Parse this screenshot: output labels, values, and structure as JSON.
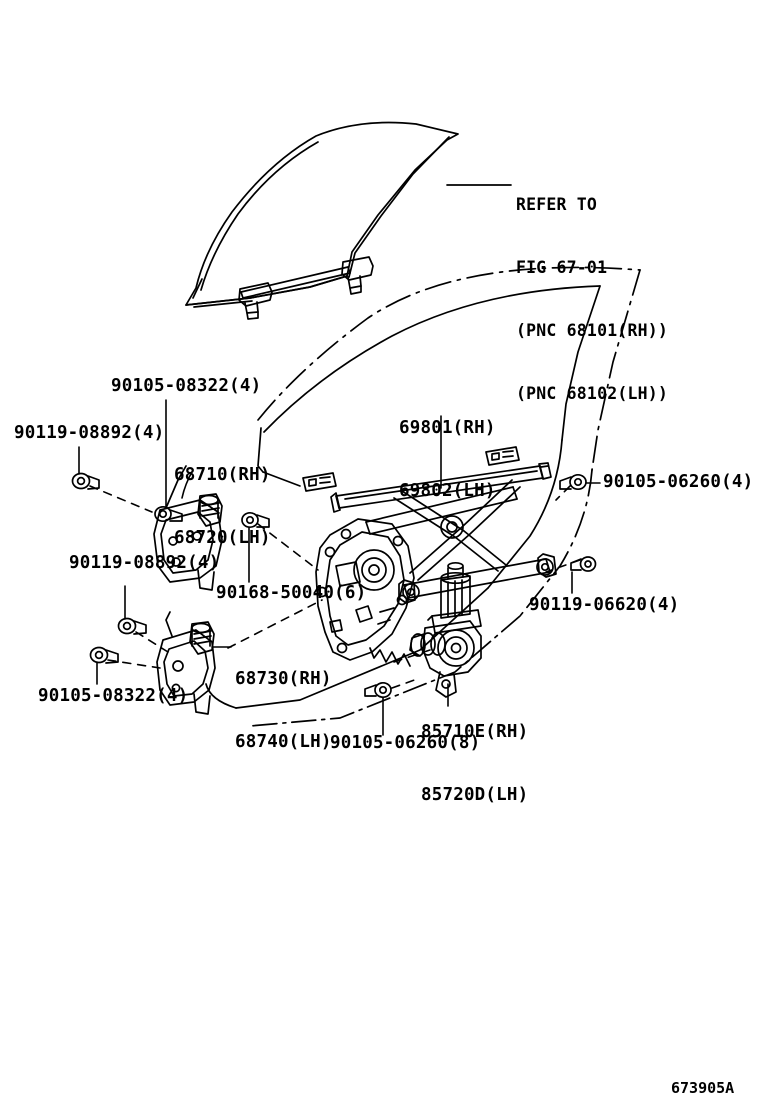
{
  "document": {
    "type": "parts-catalog-illustration",
    "figure_code": "673905A",
    "subject": "Front door window glass and regulator assembly"
  },
  "annotations": {
    "refer_to": {
      "line1": "REFER TO",
      "line2": "FIG 67-01",
      "line3": "(PNC 68101(RH))",
      "line4": "(PNC 68102(LH))"
    },
    "upper_hinge_bolt": "90105-08322(4)",
    "upper_hinge_nut": "90119-08892(4)",
    "upper_hinge": {
      "rh": "68710(RH)",
      "lh": "68720(LH)"
    },
    "regulator": {
      "rh": "69801(RH)",
      "lh": "69802(LH)"
    },
    "regulator_bolt_right": "90105-06260(4)",
    "glass_channel_bolt": "90168-50040(6)",
    "lower_hinge_nut": "90119-08892(4)",
    "lower_hinge": {
      "rh": "68730(RH)",
      "lh": "68740(LH)"
    },
    "lower_hinge_bolt": "90105-08322(4)",
    "motor_nut": "90119-06620(4)",
    "motor": {
      "rh": "85710E(RH)",
      "lh": "85720D(LH)"
    },
    "motor_bolt": "90105-06260(8)"
  },
  "colors": {
    "ink": "#000000",
    "paper": "#ffffff"
  }
}
